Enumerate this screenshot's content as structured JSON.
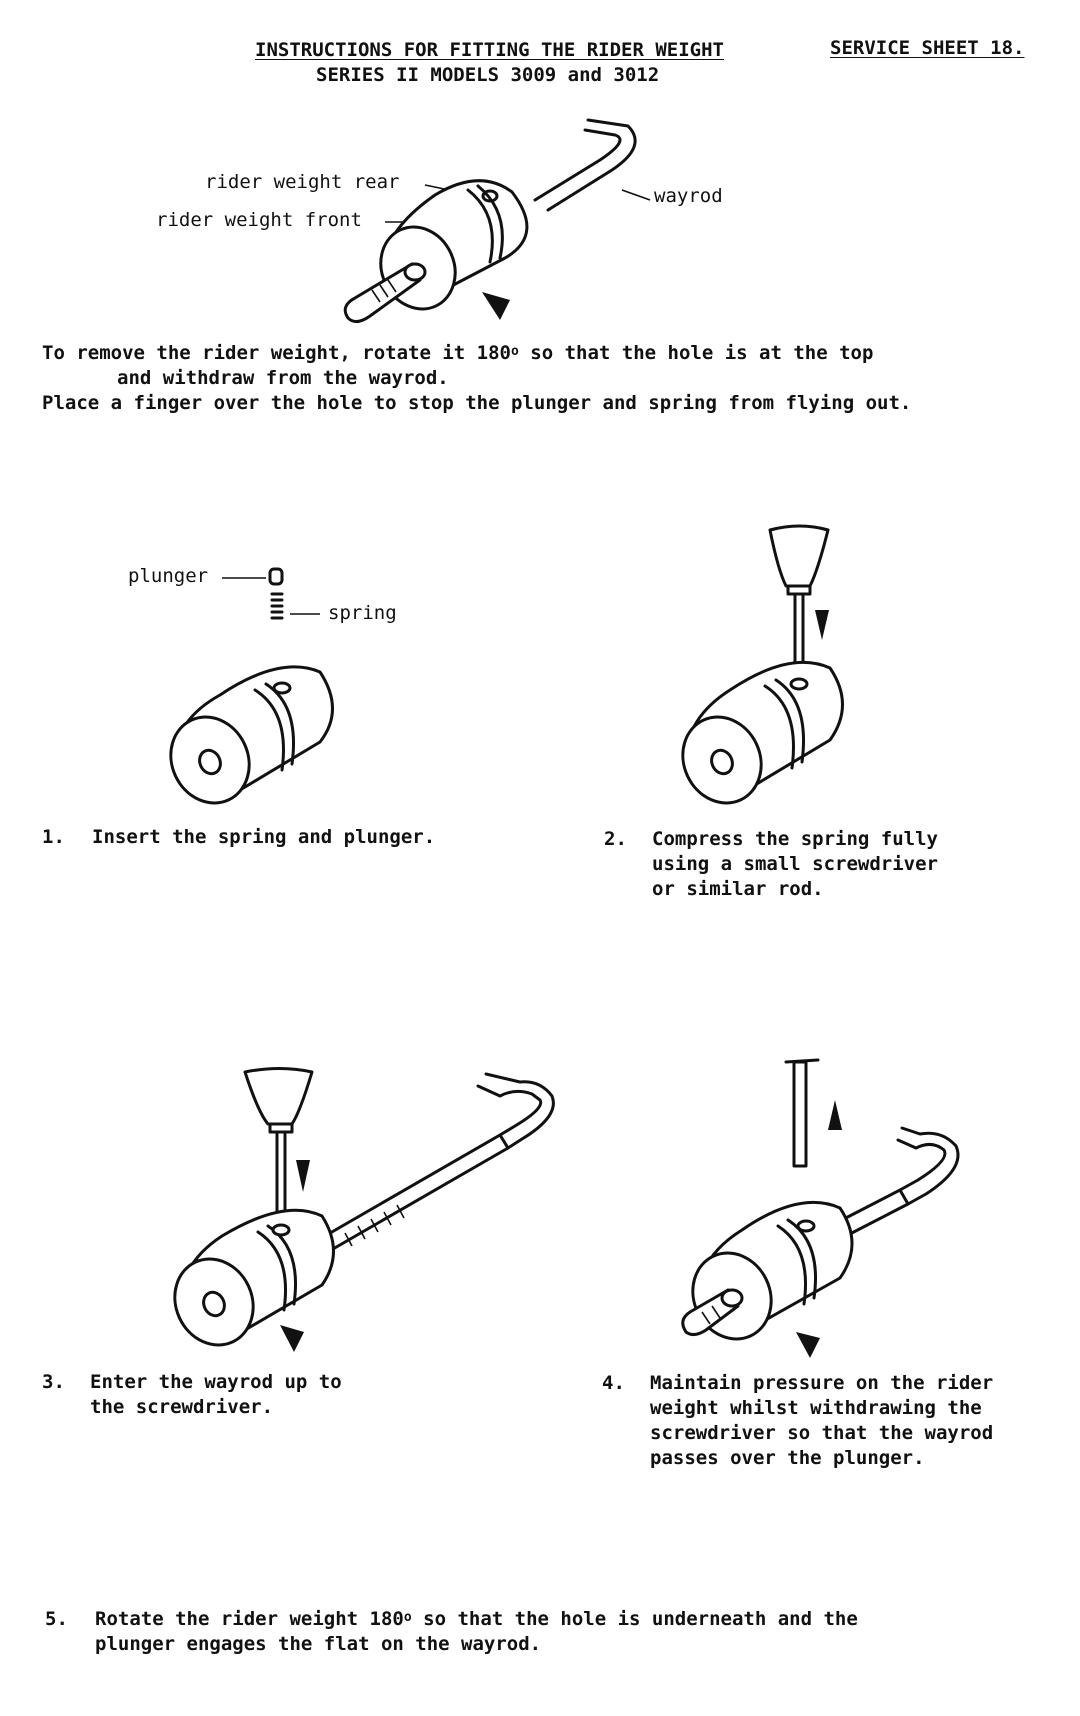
{
  "header": {
    "title": "INSTRUCTIONS FOR FITTING THE RIDER WEIGHT",
    "subtitle": "SERIES II MODELS 3009 and 3012",
    "sheet": "SERVICE SHEET 18."
  },
  "figure_main": {
    "label_rear": "rider weight rear",
    "label_front": "rider weight front",
    "label_wayrod": "wayrod"
  },
  "intro": {
    "line1_a": "To remove the rider weight, rotate it 180",
    "line1_deg": "o",
    "line1_b": " so that the hole is at the top",
    "line2": "and withdraw from the wayrod.",
    "line3": "Place a finger over the hole to stop the plunger and spring from flying out."
  },
  "figure_1": {
    "label_plunger": "plunger",
    "label_spring": "spring"
  },
  "steps": [
    {
      "num": "1.",
      "lines": [
        "Insert the spring and plunger."
      ]
    },
    {
      "num": "2.",
      "lines": [
        "Compress the spring fully",
        "using a small screwdriver",
        "or similar rod."
      ]
    },
    {
      "num": "3.",
      "lines": [
        "Enter the wayrod up to",
        "the screwdriver."
      ]
    },
    {
      "num": "4.",
      "lines": [
        "Maintain pressure on the rider",
        "weight whilst withdrawing the",
        "screwdriver so that the wayrod",
        "passes over the plunger."
      ]
    },
    {
      "num": "5.",
      "line1_a": "Rotate the rider weight 180",
      "line1_deg": "o",
      "line1_b": " so that the hole is underneath and the",
      "line2": "plunger engages the flat on the wayrod."
    }
  ]
}
